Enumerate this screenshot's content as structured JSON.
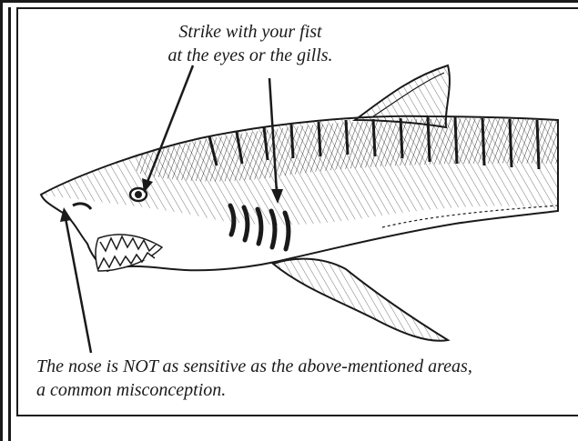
{
  "annotations": {
    "strike_line1": "Strike with your fist",
    "strike_line2": "at the eyes or the gills.",
    "nose_line1": "The nose is NOT as sensitive as the above-mentioned areas,",
    "nose_line2": "a common misconception."
  },
  "colors": {
    "ink": "#1a1a1a",
    "paper": "#ffffff"
  }
}
